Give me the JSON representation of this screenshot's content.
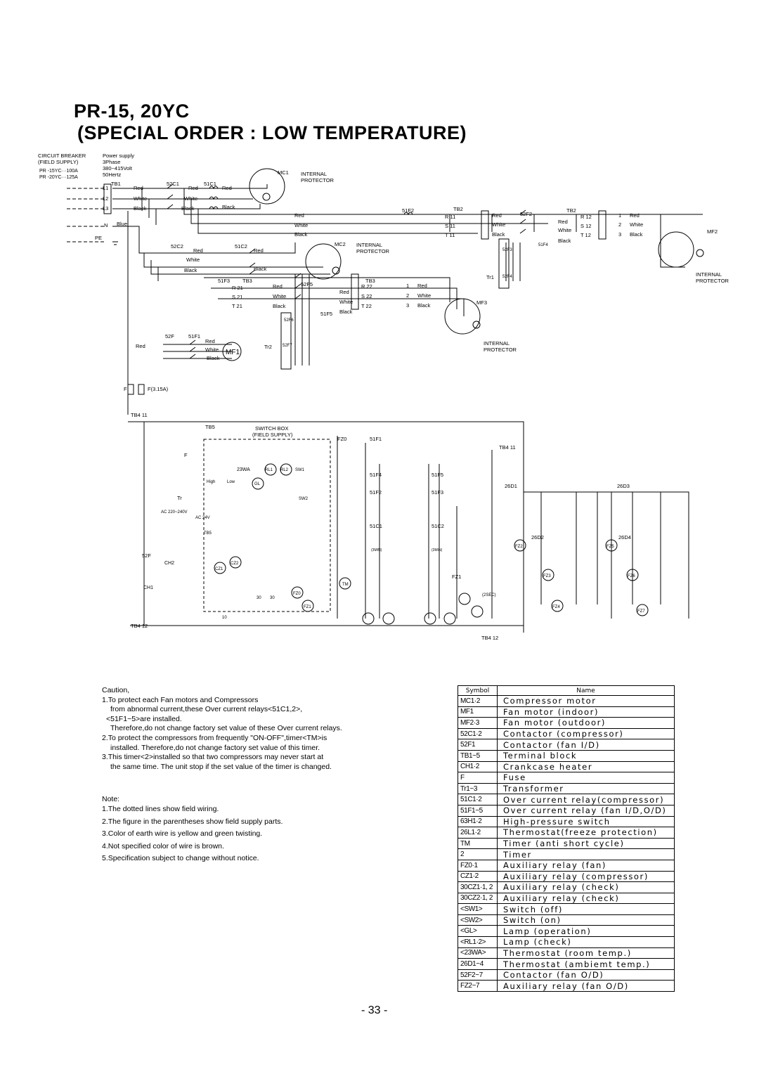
{
  "title": {
    "line1": "PR-15, 20YC",
    "line2": "(SPECIAL ORDER : LOW TEMPERATURE)"
  },
  "diagram": {
    "circuit_breaker": "CIRCUIT BREAKER",
    "field_supply": "(FIELD SUPPLY)",
    "breaker_15": "PR -15YC···100A",
    "breaker_20": "PR -20YC···125A",
    "power_supply": "Power supply",
    "phase": "3Phase",
    "voltage": "380~415Volt",
    "hertz": "50Hertz",
    "tb1": "TB1",
    "tb2": "TB2",
    "tb3": "TB3",
    "tb4_11": "TB4 11",
    "tb4_12": "TB4 12",
    "tb5": "TB5",
    "l1": "L1",
    "l2": "L2",
    "l3": "L3",
    "n": "N",
    "pe": "PE",
    "red": "Red",
    "white": "White",
    "black": "Black",
    "blue": "Blue",
    "mc1": "MC1",
    "mc2": "MC2",
    "mf1": "MF1",
    "mf2": "MF2",
    "mf3": "MF3",
    "internal_protector_1": "INTERNAL",
    "internal_protector_2": "PROTECTOR",
    "c52c1": "52C1",
    "c52c2": "52C2",
    "c51c1": "51C1",
    "c51c2": "51C2",
    "f51f1": "51F1",
    "f51f2": "51F2",
    "f51f3": "51F3",
    "f51f4": "51F4",
    "f51f5": "51F5",
    "f52f": "52F",
    "f52f2": "52F2",
    "f52f3": "52F3",
    "f52f4": "52F4",
    "f52f5": "52F5",
    "f52f6": "52F6",
    "f52f7": "52F7",
    "tr1": "Tr1",
    "tr2": "Tr2",
    "tr": "Tr",
    "fuse": "F",
    "fuse_rating": "F(3.15A)",
    "switch_box": "SWITCH BOX",
    "switch_box_fs": "(FIELD SUPPLY)",
    "fz0": "FZ0",
    "fz1": "FZ1",
    "fz2": "FZ2",
    "fz3": "FZ3",
    "fz4": "FZ4",
    "fz5": "FZ5",
    "fz6": "FZ6",
    "fz7": "FZ7",
    "cz1": "CZ1",
    "cz2": "CZ2",
    "ch1": "CH1",
    "ch2": "CH2",
    "tm": "TM",
    "d26d1": "26D1",
    "d26d2": "26D2",
    "d26d3": "26D3",
    "d26d4": "26D4",
    "wa23": "23WA",
    "rl1": "RL1",
    "rl2": "RL2",
    "sw1": "SW1",
    "sw2": "SW2",
    "gl": "GL",
    "high": "High",
    "low": "Low",
    "ac_in": "AC 220~240V",
    "ac_out": "AC 24V",
    "r11": "R 11",
    "s11": "S 11",
    "t11": "T 11",
    "r12": "R 12",
    "s12": "S 12",
    "t12": "T 12",
    "r22": "R 22",
    "s22": "S 22",
    "t22": "T 22",
    "r21": "R 21",
    "s21": "S 21",
    "t21": "T 21",
    "n1": "1",
    "n2": "2",
    "n3": "3",
    "n10": "10",
    "n30": "30",
    "sec": "(2SEC)",
    "min3": "(3MIN)"
  },
  "notes": {
    "caution_head": "Caution,",
    "caution_1a": "1.To protect each Fan motors and Compressors",
    "caution_1b": "from abnormal current,these Over current relays<51C1,2>,",
    "caution_1c": "<51F1~5>are installed.",
    "caution_1d": "Therefore,do not change factory set value of these Over current relays.",
    "caution_2a": "2.To protect the compressors from frequently \"ON-OFF\",timer<TM>is",
    "caution_2b": "installed. Therefore,do not change factory set value of this timer.",
    "caution_3a": "3.This timer<2>installed so that two compressors may never start at",
    "caution_3b": "the same time. The unit stop if the set value of the timer is changed.",
    "note_head": "Note:",
    "note_1": "1.The dotted lines show field wiring.",
    "note_2": "2.The figure in the parentheses show field supply parts.",
    "note_3": "3.Color of earth wire is yellow and green twisting.",
    "note_4": "4.Not specified color of wire is brown.",
    "note_5": "5.Specification subject to change without  notice."
  },
  "legend": {
    "header_symbol": "Symbol",
    "header_name": "Name",
    "rows": [
      {
        "symbol": "MC1·2",
        "name": "Compressor motor"
      },
      {
        "symbol": "MF1",
        "name": "Fan motor (indoor)"
      },
      {
        "symbol": "MF2·3",
        "name": "Fan motor (outdoor)"
      },
      {
        "symbol": "52C1·2",
        "name": "Contactor (compressor)"
      },
      {
        "symbol": "52F1",
        "name": "Contactor (fan I/D)"
      },
      {
        "symbol": "TB1~5",
        "name": "Terminal block"
      },
      {
        "symbol": "CH1·2",
        "name": "Crankcase heater"
      },
      {
        "symbol": "F",
        "name": "Fuse"
      },
      {
        "symbol": "Tr1~3",
        "name": "Transformer"
      },
      {
        "symbol": "51C1·2",
        "name": "Over current relay(compressor)"
      },
      {
        "symbol": "51F1~5",
        "name": "Over current relay (fan I/D,O/D)"
      },
      {
        "symbol": "63H1·2",
        "name": "High-pressure switch"
      },
      {
        "symbol": "26L1·2",
        "name": "Thermostat(freeze protection)"
      },
      {
        "symbol": "TM",
        "name": "Timer (anti short cycle)"
      },
      {
        "symbol": "2",
        "name": "Timer"
      },
      {
        "symbol": "FZ0·1",
        "name": "Auxiliary relay (fan)"
      },
      {
        "symbol": "CZ1·2",
        "name": "Auxiliary relay (compressor)"
      },
      {
        "symbol": "30CZ1·1, 2",
        "name": "Auxiliary relay (check)"
      },
      {
        "symbol": "30CZ2·1, 2",
        "name": "Auxiliary relay (check)"
      },
      {
        "symbol": "<SW1>",
        "name": "Switch (off)"
      },
      {
        "symbol": "<SW2>",
        "name": "Switch (on)"
      },
      {
        "symbol": "<GL>",
        "name": "Lamp (operation)"
      },
      {
        "symbol": "<RL1·2>",
        "name": "Lamp (check)"
      },
      {
        "symbol": "<23WA>",
        "name": "Thermostat (room temp.)"
      },
      {
        "symbol": "26D1~4",
        "name": "Thermostat (ambiemt temp.)"
      },
      {
        "symbol": "52F2~7",
        "name": "Contactor (fan O/D)"
      },
      {
        "symbol": "FZ2~7",
        "name": "Auxiliary relay (fan O/D)"
      }
    ]
  },
  "page_number": "- 33 -"
}
